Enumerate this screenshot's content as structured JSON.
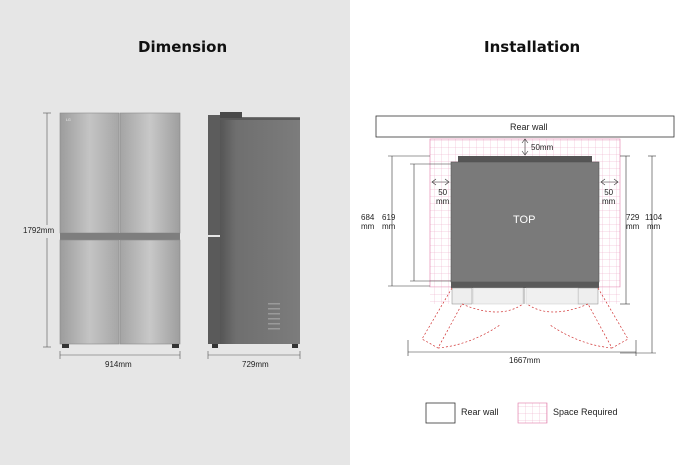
{
  "dimension": {
    "title": "Dimension",
    "height_label": "1792mm",
    "width_label": "914mm",
    "depth_label": "729mm"
  },
  "installation": {
    "title": "Installation",
    "rear_wall_label": "Rear wall",
    "top_gap_label": "50mm",
    "top_label": "TOP",
    "left_depth_label": [
      "684",
      "mm"
    ],
    "left_inner_label": [
      "619",
      "mm"
    ],
    "left_side_gap_label": [
      "50",
      "mm"
    ],
    "right_side_gap_label": [
      "50",
      "mm"
    ],
    "right_depth_label": [
      "729",
      "mm"
    ],
    "right_total_label": [
      "1104",
      "mm"
    ],
    "door_span_label": "1667mm"
  },
  "legend": {
    "rear_wall": "Rear wall",
    "space_required": "Space Required"
  },
  "colors": {
    "left_bg": "#e6e6e6",
    "steel": "#a8a8a8",
    "dark_steel": "#6e6e6e",
    "pink_grid": "#e07aa8",
    "top_fill": "#7a7a7a",
    "door_dash": "#d03030"
  }
}
